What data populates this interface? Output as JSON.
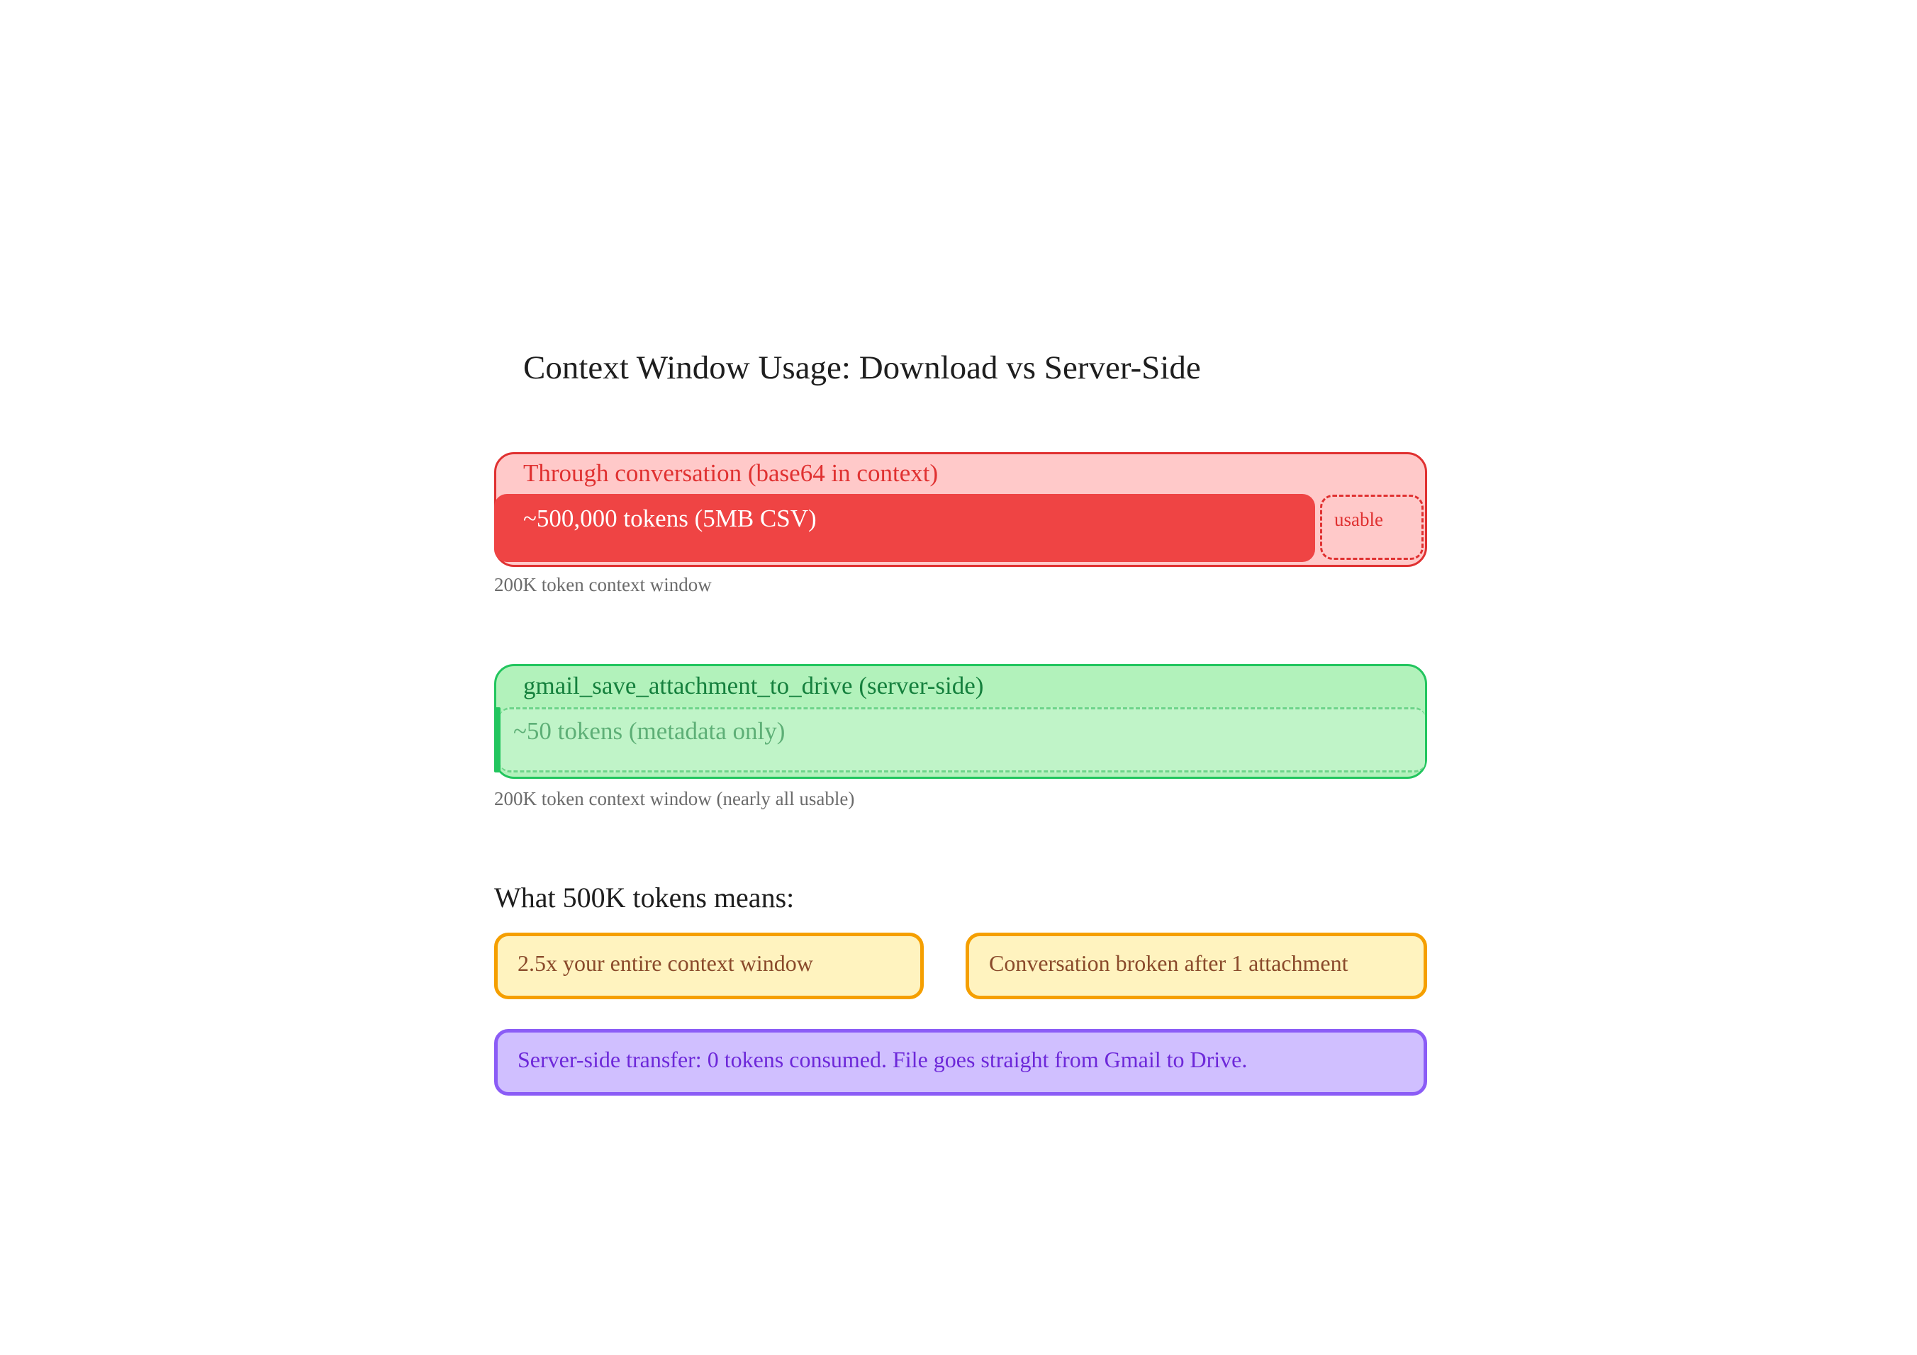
{
  "title": "Context Window Usage: Download vs Server-Side",
  "conversation_panel": {
    "label": "Through conversation (base64 in context)",
    "bar_text": "~500,000 tokens (5MB CSV)",
    "usable_label": "usable",
    "caption": "200K token context window",
    "colors": {
      "fill": "#ffc9c9",
      "stroke": "#e03131",
      "bar": "#ef4444"
    }
  },
  "server_panel": {
    "label": "gmail_save_attachment_to_drive (server-side)",
    "bar_text": "~50 tokens (metadata only)",
    "caption": "200K token context window (nearly all usable)",
    "colors": {
      "fill": "#b2f2bb",
      "stroke": "#22c55e",
      "text": "#15803d"
    }
  },
  "implications": {
    "heading": "What 500K tokens means:",
    "notes": [
      {
        "text": "2.5x your entire context window",
        "color": "#f59f00"
      },
      {
        "text": "Conversation broken after 1 attachment",
        "color": "#f59f00"
      }
    ],
    "summary": {
      "text": "Server-side transfer: 0 tokens consumed. File goes straight from Gmail to Drive.",
      "color": "#8b5cf6"
    }
  }
}
